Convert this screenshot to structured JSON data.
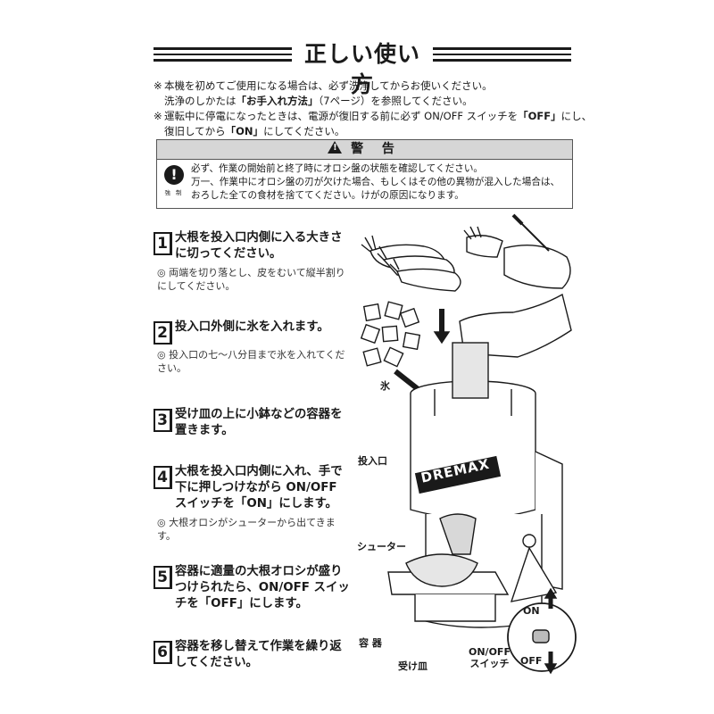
{
  "header": {
    "title": "正しい使い方"
  },
  "notes": [
    {
      "mark": "※",
      "line1": "本機を初めてご使用になる場合は、必ず洗浄してからお使いください。",
      "line2_pre": "洗浄のしかたは",
      "line2_bold": "「お手入れ方法」",
      "line2_post": "（7ページ）を参照してください。"
    },
    {
      "mark": "※",
      "line1_pre": "運転中に停電になったときは、電源が復旧する前に必ず ON/OFF スイッチを",
      "line1_bold": "「OFF」",
      "line1_post": "にし、",
      "line2_pre": "復旧してから",
      "line2_bold": "「ON」",
      "line2_post": "にしてください。"
    }
  ],
  "warning": {
    "heading": "警 告",
    "symbol_label": "強 制",
    "lines": [
      "必ず、作業の開始前と終了時にオロシ盤の状態を確認してください。",
      "万一、作業中にオロシ盤の刃が欠けた場合、もしくはその他の異物が混入した場合は、",
      "おろした全ての食材を捨ててください。けがの原因になります。"
    ]
  },
  "steps": [
    {
      "num": "1",
      "text": "大根を投入口内側に入る大きさに切ってください。",
      "sub": "◎ 両端を切り落とし、皮をむいて縦半割りにしてください。"
    },
    {
      "num": "2",
      "text": "投入口外側に氷を入れます。",
      "sub": "◎ 投入口の七～八分目まで氷を入れてください。"
    },
    {
      "num": "3",
      "text": "受け皿の上に小鉢などの容器を置きます。",
      "sub": ""
    },
    {
      "num": "4",
      "text": "大根を投入口内側に入れ、手で下に押しつけながら ON/OFF スイッチを「ON」にします。",
      "sub": "◎ 大根オロシがシューターから出てきます。"
    },
    {
      "num": "5",
      "text": "容器に適量の大根オロシが盛りつけられたら、ON/OFF スイッチを「OFF」にします。",
      "sub": ""
    },
    {
      "num": "6",
      "text": "容器を移し替えて作業を繰り返してください。",
      "sub": ""
    }
  ],
  "illustration": {
    "brand": "DREMAX",
    "label_ice": "氷",
    "label_inlet": "投入口",
    "label_chute": "シューター",
    "label_container": "容 器",
    "label_tray": "受け皿",
    "label_switch_line1": "ON/OFF",
    "label_switch_line2": "スイッチ",
    "label_on": "ON",
    "label_off": "OFF"
  }
}
